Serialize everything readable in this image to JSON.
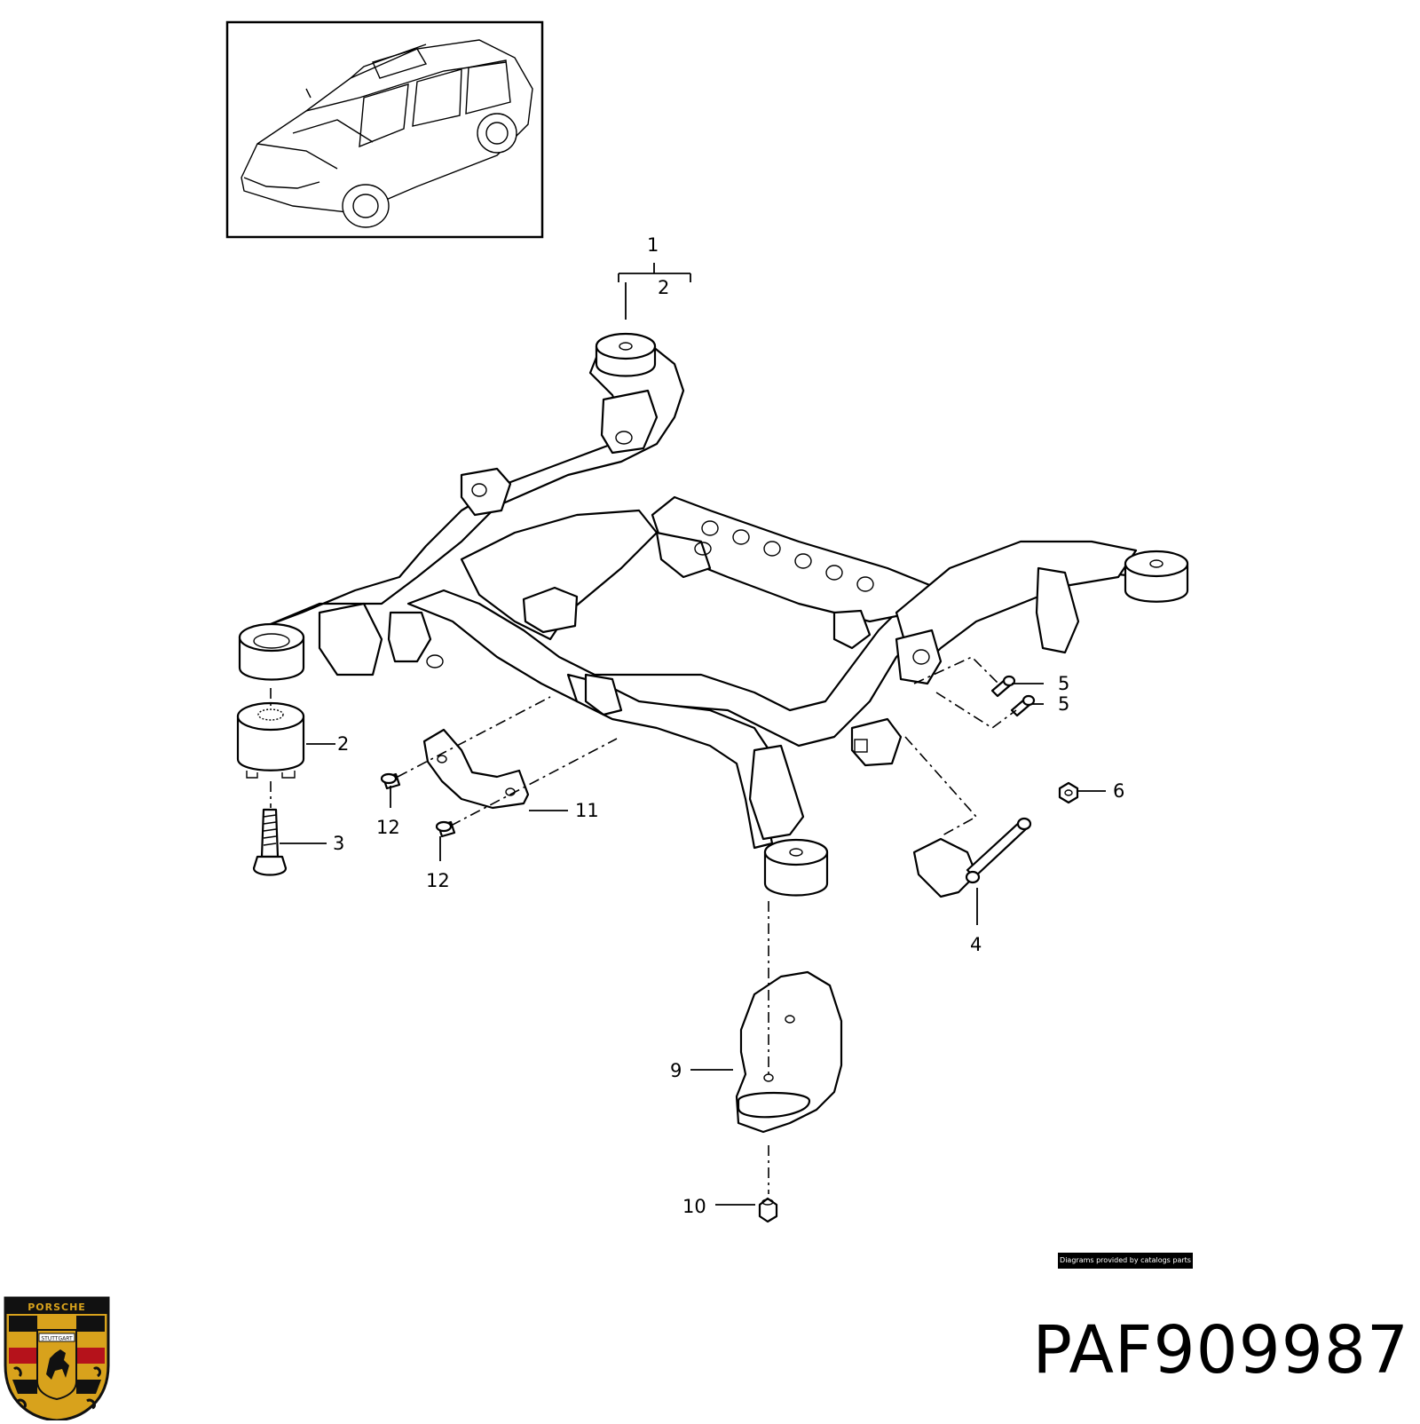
{
  "diagram": {
    "callouts": {
      "c1": "1",
      "c2_top": "2",
      "c2_side": "2",
      "c3": "3",
      "c4": "4",
      "c5a": "5",
      "c5b": "5",
      "c6": "6",
      "c9": "9",
      "c10": "10",
      "c11": "11",
      "c12a": "12",
      "c12b": "12"
    },
    "credit": "Diagrams provided by catalogs parts",
    "part_number": "PAF909987"
  },
  "logo": {
    "brand_text": "PORSCHE",
    "city_text": "STUTTGART",
    "colors": {
      "gold": "#d8a21c",
      "red": "#b5121b",
      "black": "#111111"
    }
  }
}
